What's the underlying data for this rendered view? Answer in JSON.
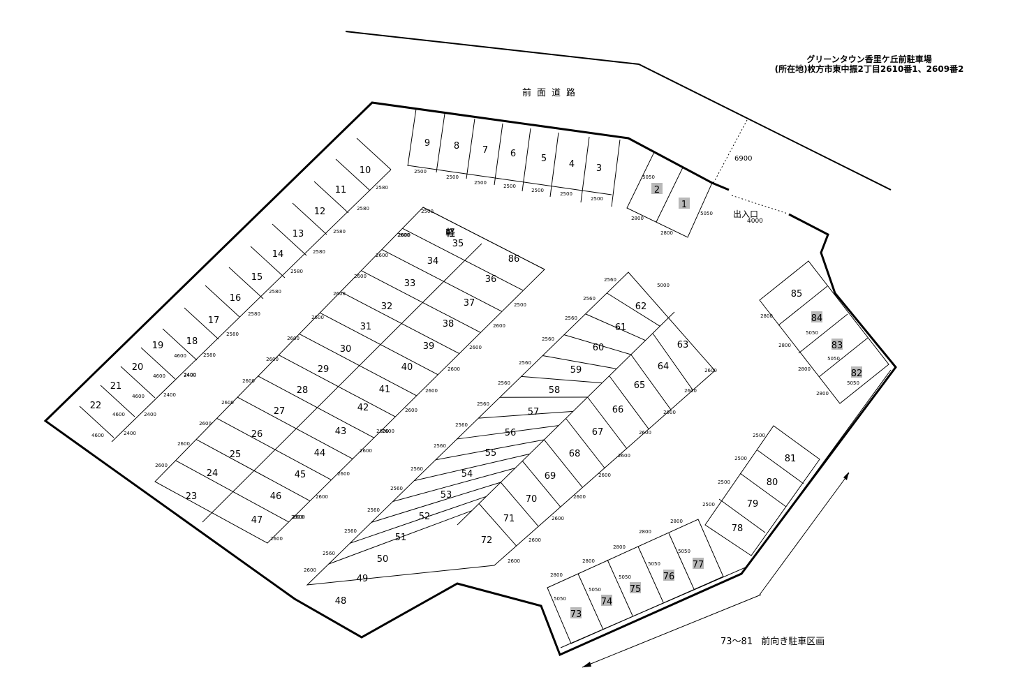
{
  "title": {
    "name": "グリーンタウン香里ケ丘前駐車場",
    "address": "(所在地)枚方市東中振2丁目2610番1、2609番2"
  },
  "road_label": "前面道路",
  "entrance": {
    "label": "出入口",
    "width": "4000"
  },
  "road_width": "6900",
  "front_parking_note": {
    "range": "73～81",
    "label": "前向き駐車区画"
  },
  "kei_mark": "軽",
  "shaded_spots": [
    "1",
    "2",
    "73",
    "74",
    "75",
    "76",
    "77",
    "82",
    "83",
    "84"
  ],
  "spots": [
    {
      "n": "1"
    },
    {
      "n": "2"
    },
    {
      "n": "3"
    },
    {
      "n": "4"
    },
    {
      "n": "5"
    },
    {
      "n": "6"
    },
    {
      "n": "7"
    },
    {
      "n": "8"
    },
    {
      "n": "9"
    },
    {
      "n": "10"
    },
    {
      "n": "11"
    },
    {
      "n": "12"
    },
    {
      "n": "13"
    },
    {
      "n": "14"
    },
    {
      "n": "15"
    },
    {
      "n": "16"
    },
    {
      "n": "17"
    },
    {
      "n": "18"
    },
    {
      "n": "19"
    },
    {
      "n": "20"
    },
    {
      "n": "21"
    },
    {
      "n": "22"
    },
    {
      "n": "23"
    },
    {
      "n": "24"
    },
    {
      "n": "25"
    },
    {
      "n": "26"
    },
    {
      "n": "27"
    },
    {
      "n": "28"
    },
    {
      "n": "29"
    },
    {
      "n": "30"
    },
    {
      "n": "31"
    },
    {
      "n": "32"
    },
    {
      "n": "33"
    },
    {
      "n": "34"
    },
    {
      "n": "35"
    },
    {
      "n": "36"
    },
    {
      "n": "37"
    },
    {
      "n": "38"
    },
    {
      "n": "39"
    },
    {
      "n": "40"
    },
    {
      "n": "41"
    },
    {
      "n": "42"
    },
    {
      "n": "43"
    },
    {
      "n": "44"
    },
    {
      "n": "45"
    },
    {
      "n": "46"
    },
    {
      "n": "47"
    },
    {
      "n": "86"
    },
    {
      "n": "48"
    },
    {
      "n": "49"
    },
    {
      "n": "50"
    },
    {
      "n": "51"
    },
    {
      "n": "52"
    },
    {
      "n": "53"
    },
    {
      "n": "54"
    },
    {
      "n": "55"
    },
    {
      "n": "56"
    },
    {
      "n": "57"
    },
    {
      "n": "58"
    },
    {
      "n": "59"
    },
    {
      "n": "60"
    },
    {
      "n": "61"
    },
    {
      "n": "62"
    },
    {
      "n": "63"
    },
    {
      "n": "64"
    },
    {
      "n": "65"
    },
    {
      "n": "66"
    },
    {
      "n": "67"
    },
    {
      "n": "68"
    },
    {
      "n": "69"
    },
    {
      "n": "70"
    },
    {
      "n": "71"
    },
    {
      "n": "72"
    },
    {
      "n": "73"
    },
    {
      "n": "74"
    },
    {
      "n": "75"
    },
    {
      "n": "76"
    },
    {
      "n": "77"
    },
    {
      "n": "78"
    },
    {
      "n": "79"
    },
    {
      "n": "80"
    },
    {
      "n": "81"
    },
    {
      "n": "82"
    },
    {
      "n": "83"
    },
    {
      "n": "84"
    },
    {
      "n": "85"
    }
  ],
  "dims": [
    "2500",
    "2500",
    "2500",
    "2500",
    "2500",
    "2500",
    "2500",
    "5050",
    "2800",
    "2800",
    "5050",
    "2580",
    "2580",
    "2580",
    "2580",
    "2580",
    "2580",
    "2580",
    "2580",
    "2580",
    "2400",
    "2400",
    "2400",
    "2400",
    "2400",
    "4600",
    "4600",
    "4600",
    "4600",
    "4600",
    "2500",
    "2600",
    "2600",
    "2600",
    "2600",
    "2600",
    "2600",
    "2600",
    "2600",
    "2600",
    "2600",
    "2600",
    "2600",
    "2600",
    "2500",
    "2600",
    "2600",
    "2600",
    "2600",
    "2600",
    "2600",
    "2600",
    "2600",
    "2600",
    "2600",
    "2600",
    "2600",
    "2560",
    "2560",
    "2560",
    "2560",
    "2560",
    "2560",
    "2560",
    "2560",
    "2560",
    "2560",
    "2560",
    "2560",
    "2560",
    "2560",
    "5000",
    "2600",
    "2600",
    "2600",
    "2600",
    "2600",
    "2600",
    "2600",
    "2600",
    "2600",
    "2600",
    "2600",
    "2600",
    "2800",
    "2800",
    "2800",
    "2800",
    "2800",
    "5050",
    "5050",
    "5050",
    "5050",
    "5050",
    "2500",
    "2500",
    "2500",
    "2500",
    "2800",
    "2800",
    "2800",
    "2800",
    "5050",
    "5050",
    "5050"
  ]
}
